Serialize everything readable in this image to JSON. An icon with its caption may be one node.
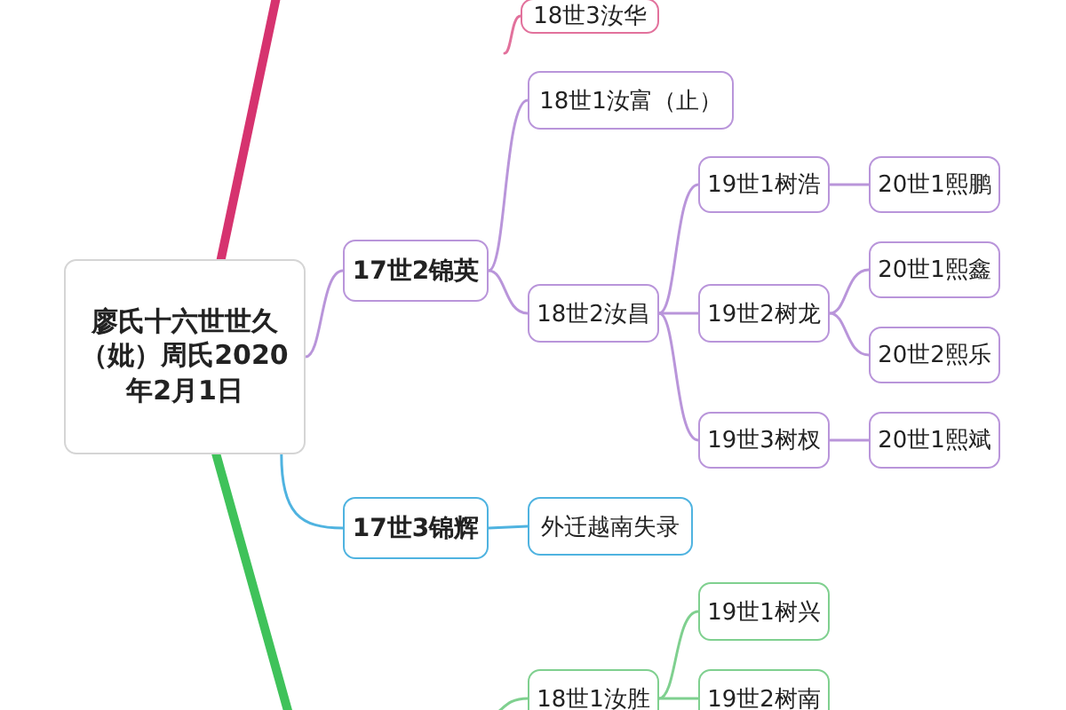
{
  "diagram": {
    "nodes": [
      {
        "text": [
          "廖氏十六世世久（妣）周氏2020年2月1日"
        ]
      },
      {
        "text": [
          "18世3汝华"
        ]
      },
      {
        "text": [
          "17世2锦英"
        ]
      },
      {
        "text": [
          "18世1汝富（止）"
        ]
      },
      {
        "text": [
          "18世2汝昌"
        ]
      },
      {
        "text": [
          "19世1树浩"
        ]
      },
      {
        "text": [
          "20世1熙鹏"
        ]
      },
      {
        "text": [
          "19世2树龙"
        ]
      },
      {
        "text": [
          "20世1熙鑫"
        ]
      },
      {
        "text": [
          "20世2熙乐"
        ]
      },
      {
        "text": [
          "19世3树杈"
        ]
      },
      {
        "text": [
          "20世1熙斌"
        ]
      },
      {
        "text": [
          "17世3锦辉"
        ]
      },
      {
        "text": [
          "外迁越南失录"
        ]
      },
      {
        "text": [
          "19世1树兴"
        ]
      },
      {
        "text": [
          "18世1汝胜"
        ]
      },
      {
        "text": [
          "19世2树南"
        ]
      }
    ],
    "edges": [
      {
        "from": 0,
        "to": null,
        "arrow": "none",
        "style": "thick",
        "color": "#d6336f"
      },
      {
        "from": 0,
        "to": null,
        "arrow": "none",
        "style": "thick",
        "color": "#3fc25a"
      },
      {
        "from": 0,
        "to": 2,
        "arrow": "none"
      },
      {
        "from": 0,
        "to": 12,
        "arrow": "none",
        "color": "#4fb3e0"
      },
      {
        "from": null,
        "to": 1,
        "arrow": "none",
        "color": "#e2719c"
      },
      {
        "from": 2,
        "to": 3,
        "arrow": "none"
      },
      {
        "from": 2,
        "to": 4,
        "arrow": "none"
      },
      {
        "from": 4,
        "to": 5,
        "arrow": "none"
      },
      {
        "from": 4,
        "to": 7,
        "arrow": "none"
      },
      {
        "from": 4,
        "to": 10,
        "arrow": "none"
      },
      {
        "from": 5,
        "to": 6,
        "arrow": "none"
      },
      {
        "from": 7,
        "to": 8,
        "arrow": "none"
      },
      {
        "from": 7,
        "to": 9,
        "arrow": "none"
      },
      {
        "from": 10,
        "to": 11,
        "arrow": "none"
      },
      {
        "from": 12,
        "to": 13,
        "arrow": "none",
        "color": "#4fb3e0"
      },
      {
        "from": null,
        "to": 15,
        "arrow": "none",
        "color": "#7fd08f"
      },
      {
        "from": 15,
        "to": 14,
        "arrow": "none",
        "color": "#7fd08f"
      },
      {
        "from": 15,
        "to": 16,
        "arrow": "none",
        "color": "#7fd08f"
      }
    ]
  }
}
